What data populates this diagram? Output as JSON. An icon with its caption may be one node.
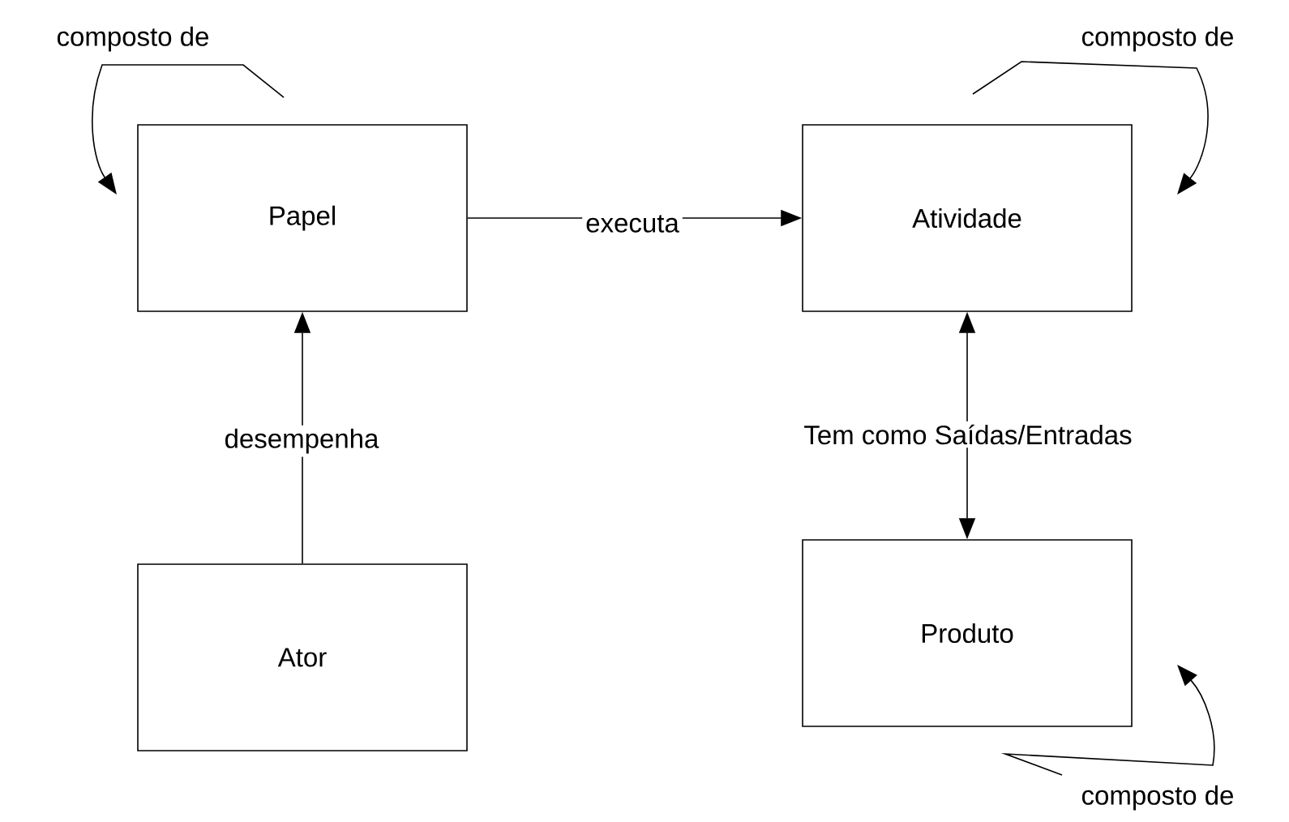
{
  "diagram": {
    "nodes": [
      {
        "text": [
          "Papel"
        ]
      },
      {
        "text": [
          "Atividade"
        ]
      },
      {
        "text": [
          "Ator"
        ]
      },
      {
        "text": [
          "Produto"
        ]
      }
    ],
    "edges": [
      {
        "from": 0,
        "to": 1,
        "arrow": "to",
        "label": "executa"
      },
      {
        "from": 2,
        "to": 0,
        "arrow": "to",
        "label": "desempenha"
      },
      {
        "from": 1,
        "to": 3,
        "arrow": "both",
        "label": "Tem como  Saídas/Entradas"
      },
      {
        "from": 0,
        "to": 0,
        "arrow": "to",
        "label": "composto de"
      },
      {
        "from": 1,
        "to": 1,
        "arrow": "to",
        "label": "composto de"
      },
      {
        "from": 3,
        "to": 3,
        "arrow": "to",
        "label": "composto de"
      }
    ]
  }
}
